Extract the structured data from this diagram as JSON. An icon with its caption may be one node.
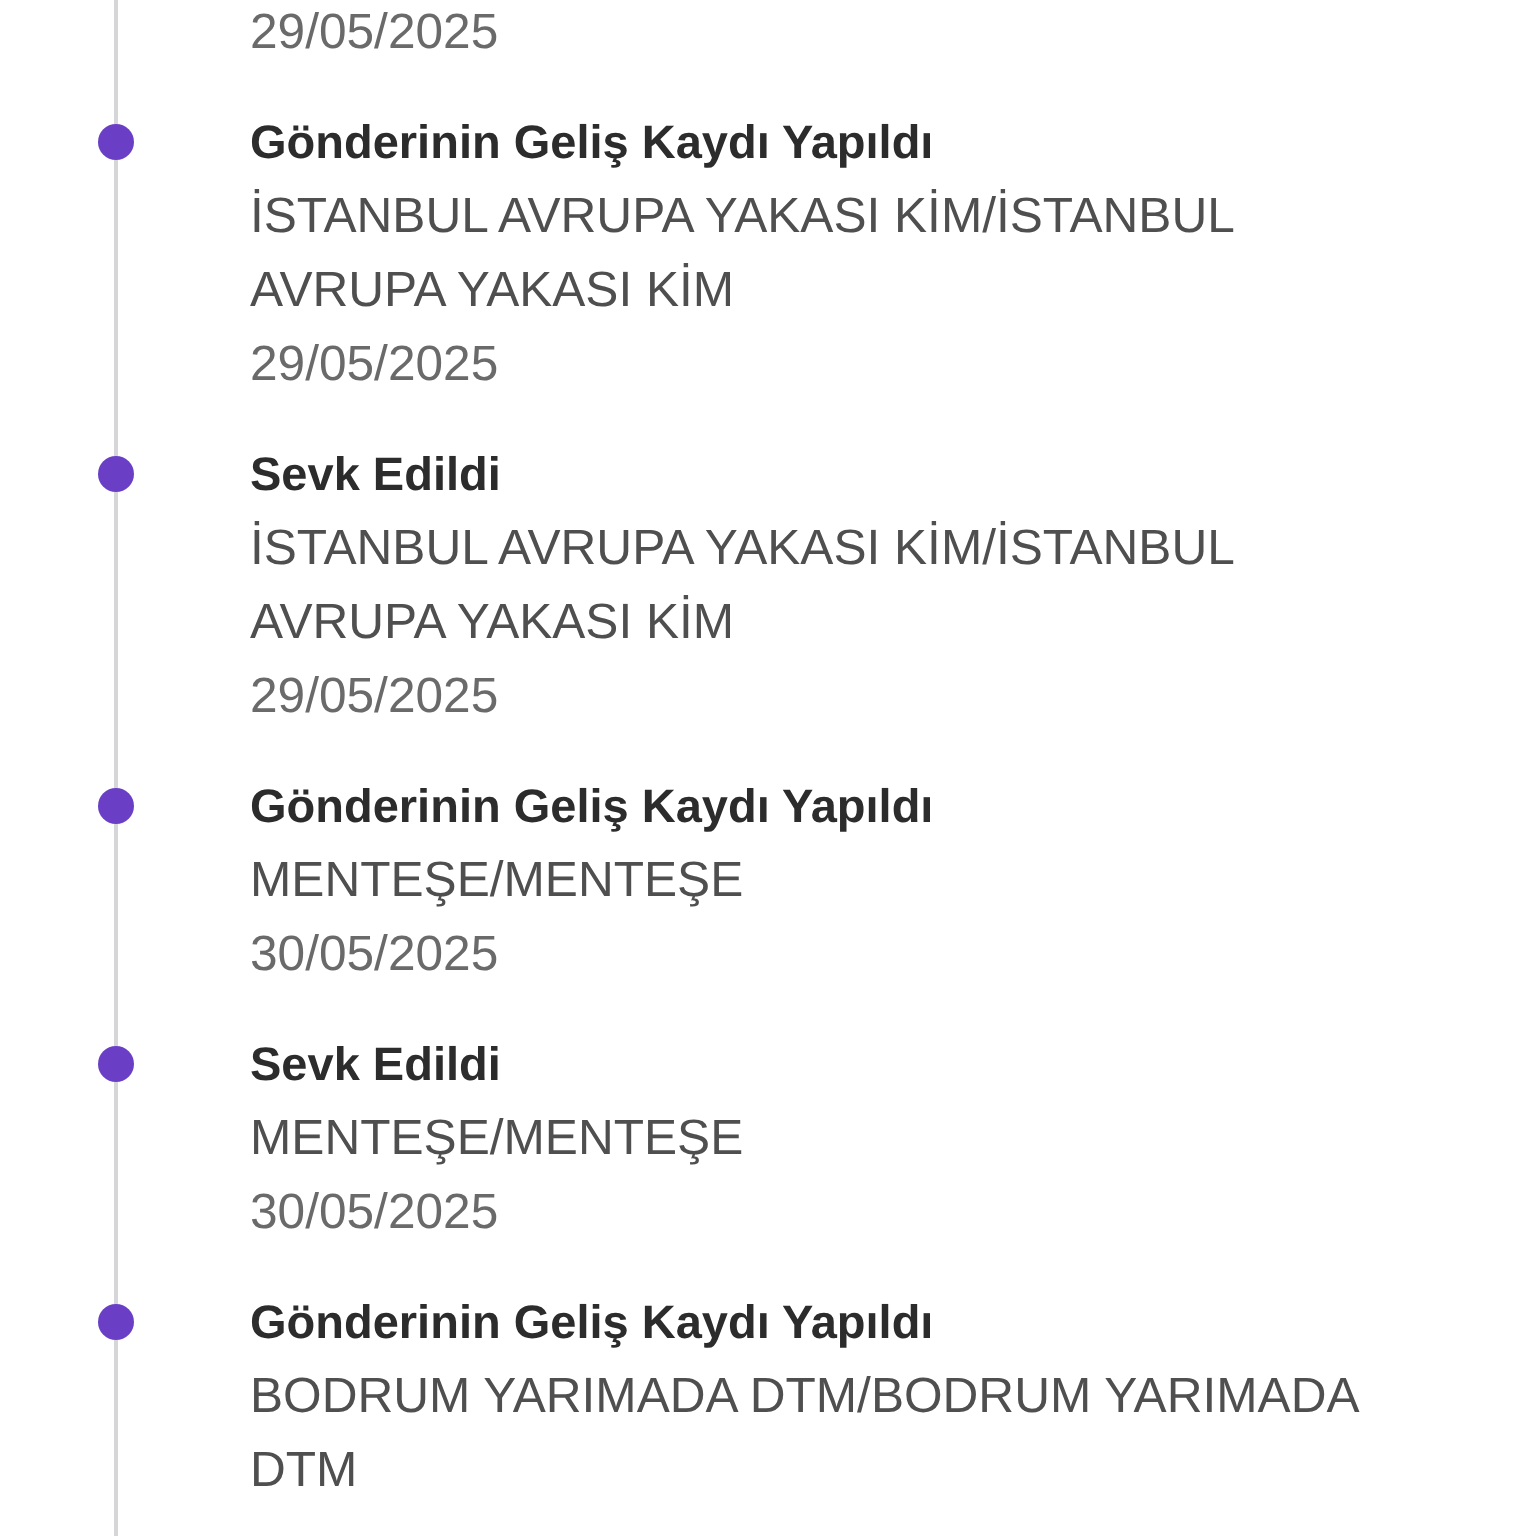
{
  "diagram": {
    "nodes": [
      {
        "text": [],
        "shape": "circle",
        "beside": [
          "Gönderinin Geliş Kaydı Yapıldı",
          "İSTANBUL AVRUPA YAKASI KİM/İSTANBUL AVRUPA YAKASI KİM",
          "29/05/2025"
        ]
      },
      {
        "text": [],
        "shape": "circle",
        "beside": [
          "Sevk Edildi",
          "İSTANBUL AVRUPA YAKASI KİM/İSTANBUL AVRUPA YAKASI KİM",
          "29/05/2025"
        ]
      },
      {
        "text": [],
        "shape": "circle",
        "beside": [
          "Gönderinin Geliş Kaydı Yapıldı",
          "MENTEŞE/MENTEŞE",
          "30/05/2025"
        ]
      },
      {
        "text": [],
        "shape": "circle",
        "beside": [
          "Sevk Edildi",
          "MENTEŞE/MENTEŞE",
          "30/05/2025"
        ]
      },
      {
        "text": [],
        "shape": "circle",
        "beside": [
          "Gönderinin Geliş Kaydı Yapıldı",
          "BODRUM YARIMADA DTM/BODRUM YARIMADA DTM"
        ]
      }
    ],
    "edges": [
      {
        "from": null,
        "to": 0,
        "arrow": "none"
      },
      {
        "from": 0,
        "to": 1,
        "arrow": "none"
      },
      {
        "from": 1,
        "to": 2,
        "arrow": "none"
      },
      {
        "from": 2,
        "to": 3,
        "arrow": "none"
      },
      {
        "from": 3,
        "to": 4,
        "arrow": "none"
      },
      {
        "from": 4,
        "to": null,
        "arrow": "none"
      }
    ],
    "labels": [
      "29/05/2025"
    ]
  }
}
